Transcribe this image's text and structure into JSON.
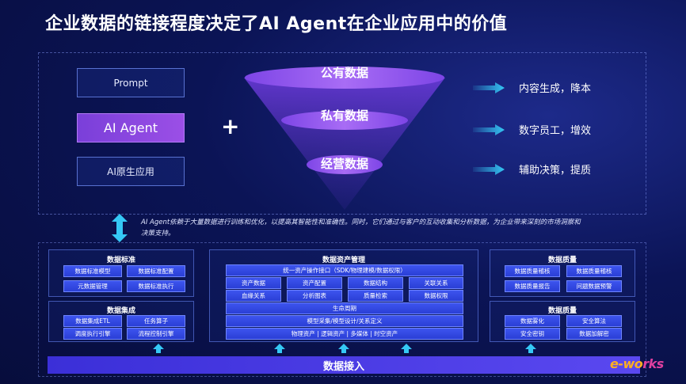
{
  "title": "企业数据的链接程度决定了AI Agent在企业应用中的价值",
  "left_boxes": [
    "Prompt",
    "AI Agent",
    "AI原生应用"
  ],
  "plus": "+",
  "funnel_layers": [
    "公有数据",
    "私有数据",
    "经营数据"
  ],
  "outcomes": [
    "内容生成，降本",
    "数字员工，增效",
    "辅助决策，提质"
  ],
  "description": "AI Agent依赖于大量数据进行训练和优化，以提高其智能性和准确性。同时，它们通过与客户的互动收集和分析数据，为企业带来深刻的市场洞察和决策支持。",
  "panels": {
    "standards": {
      "title": "数据标准",
      "items": [
        "数据标准模型",
        "数据标准配置",
        "元数据管理",
        "数据标准执行"
      ]
    },
    "integration": {
      "title": "数据集成",
      "items": [
        "数据集成ETL",
        "任务算子",
        "调度执行引擎",
        "流程控制引擎"
      ]
    },
    "asset": {
      "title": "数据资产管理",
      "header": "统一资产操作接口（SDK/物理建模/数据权限）",
      "grid": [
        "资产数据",
        "资产配置",
        "数据结构",
        "关联关系",
        "血缘关系",
        "分析图表",
        "质量检索",
        "数据权限"
      ],
      "lifecycle": "生命周期",
      "modeling": "模型采集/模型设计/关系定义",
      "types": "物理资产 | 逻辑资产 | 多媒体 | 时空资产"
    },
    "quality": {
      "title": "数据质量",
      "items": [
        "数据质量稽核",
        "数据质量稽核",
        "数据质量报告",
        "问题数据预警"
      ]
    },
    "security": {
      "title": "数据质量",
      "items": [
        "数据雾化",
        "安全算法",
        "安全密钥",
        "数据加解密"
      ]
    }
  },
  "ingest": "数据接入",
  "watermark": {
    "part1": "e-wo",
    "part2": "rks"
  },
  "colors": {
    "accent": "#3d54ee",
    "agent": "#8a46e0",
    "cyan": "#35c8f5"
  }
}
